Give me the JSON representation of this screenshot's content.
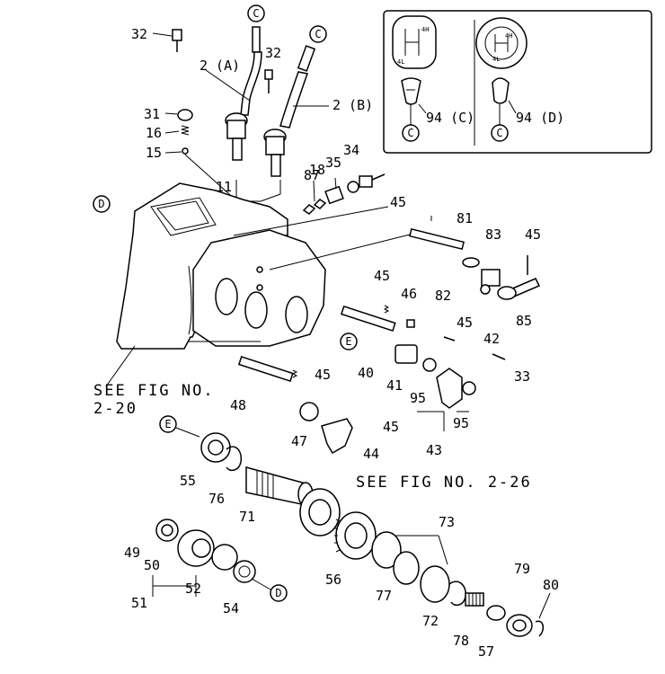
{
  "callouts": {
    "c1": "C",
    "c2": "C",
    "c3": "C",
    "c4": "C",
    "d1": "D",
    "d2": "D",
    "e1": "E",
    "e2": "E"
  },
  "labels": {
    "p32a": "32",
    "p2a": "2 (A)",
    "p32b": "32",
    "p2b": "2 (B)",
    "p31": "31",
    "p16": "16",
    "p15": "15",
    "p11": "11",
    "p87": "87",
    "p18": "18",
    "p35": "35",
    "p34": "34",
    "p45a": "45",
    "p81": "81",
    "p83": "83",
    "p45b": "45",
    "p82": "82",
    "p85": "85",
    "p45c": "45",
    "p46": "46",
    "p45d": "45",
    "p42": "42",
    "p33": "33",
    "p40": "40",
    "p41": "41",
    "p45e": "45",
    "p95a": "95",
    "p95b": "95",
    "p48": "48",
    "p45f": "45",
    "p47": "47",
    "p44": "44",
    "p43": "43",
    "p55": "55",
    "p76": "76",
    "p71": "71",
    "p73": "73",
    "p49": "49",
    "p50": "50",
    "p52": "52",
    "p51": "51",
    "p54": "54",
    "p56": "56",
    "p77": "77",
    "p79": "79",
    "p80": "80",
    "p72": "72",
    "p78": "78",
    "p57": "57",
    "p94c": "94 (C)",
    "p94d": "94 (D)"
  },
  "references": {
    "see_fig_2_20_line1": "SEE FIG NO.",
    "see_fig_2_20_line2": "2-20",
    "see_fig_2_26": "SEE FIG NO. 2-26"
  },
  "knob_patterns": {
    "a_top": "4H",
    "a_bottom": "4L",
    "b_top": "4H",
    "b_bottom": "4L"
  }
}
